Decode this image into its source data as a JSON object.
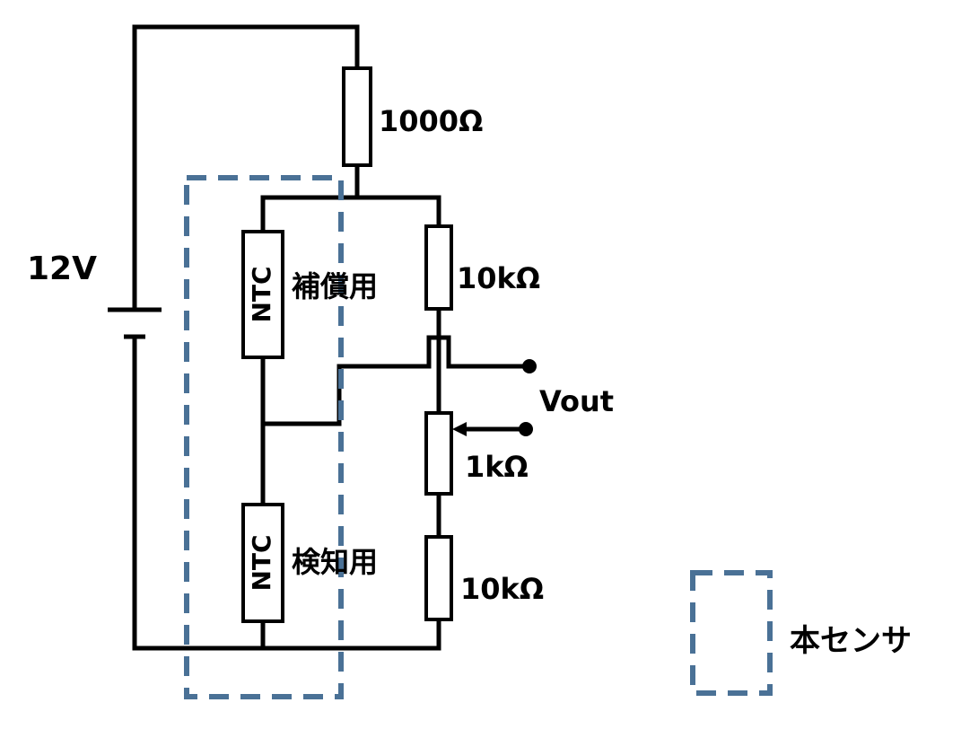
{
  "labels": {
    "battery_voltage": "12V",
    "r_top": "1000Ω",
    "r_upper": "10kΩ",
    "pot": "1kΩ",
    "r_lower": "10kΩ",
    "ntc_top": "NTC",
    "ntc_top_role": "補償用",
    "ntc_bottom": "NTC",
    "ntc_bottom_role": "検知用",
    "output": "Vout",
    "legend": "本センサ"
  },
  "colors": {
    "wire": "#000000",
    "sensor_box": "#4a7196"
  }
}
